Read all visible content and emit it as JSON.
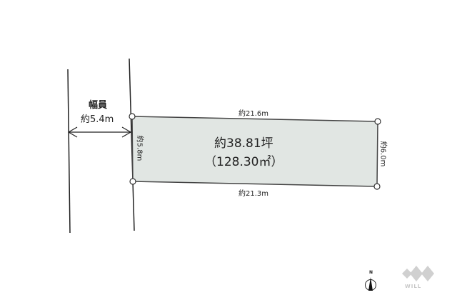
{
  "road": {
    "title": "幅員",
    "width": "約5.4m"
  },
  "lot": {
    "area_tsubo": "約38.81坪",
    "area_sqm": "（128.30㎡）",
    "dimensions": {
      "top": "約21.6m",
      "bottom": "約21.3m",
      "left": "約5.8m",
      "right": "約6.0m"
    },
    "fill_color": "#e1e6e3",
    "stroke_color": "#333333"
  },
  "compass": {
    "label": "N"
  },
  "logo": {
    "text": "WILL",
    "color": "#c8c8c8"
  }
}
